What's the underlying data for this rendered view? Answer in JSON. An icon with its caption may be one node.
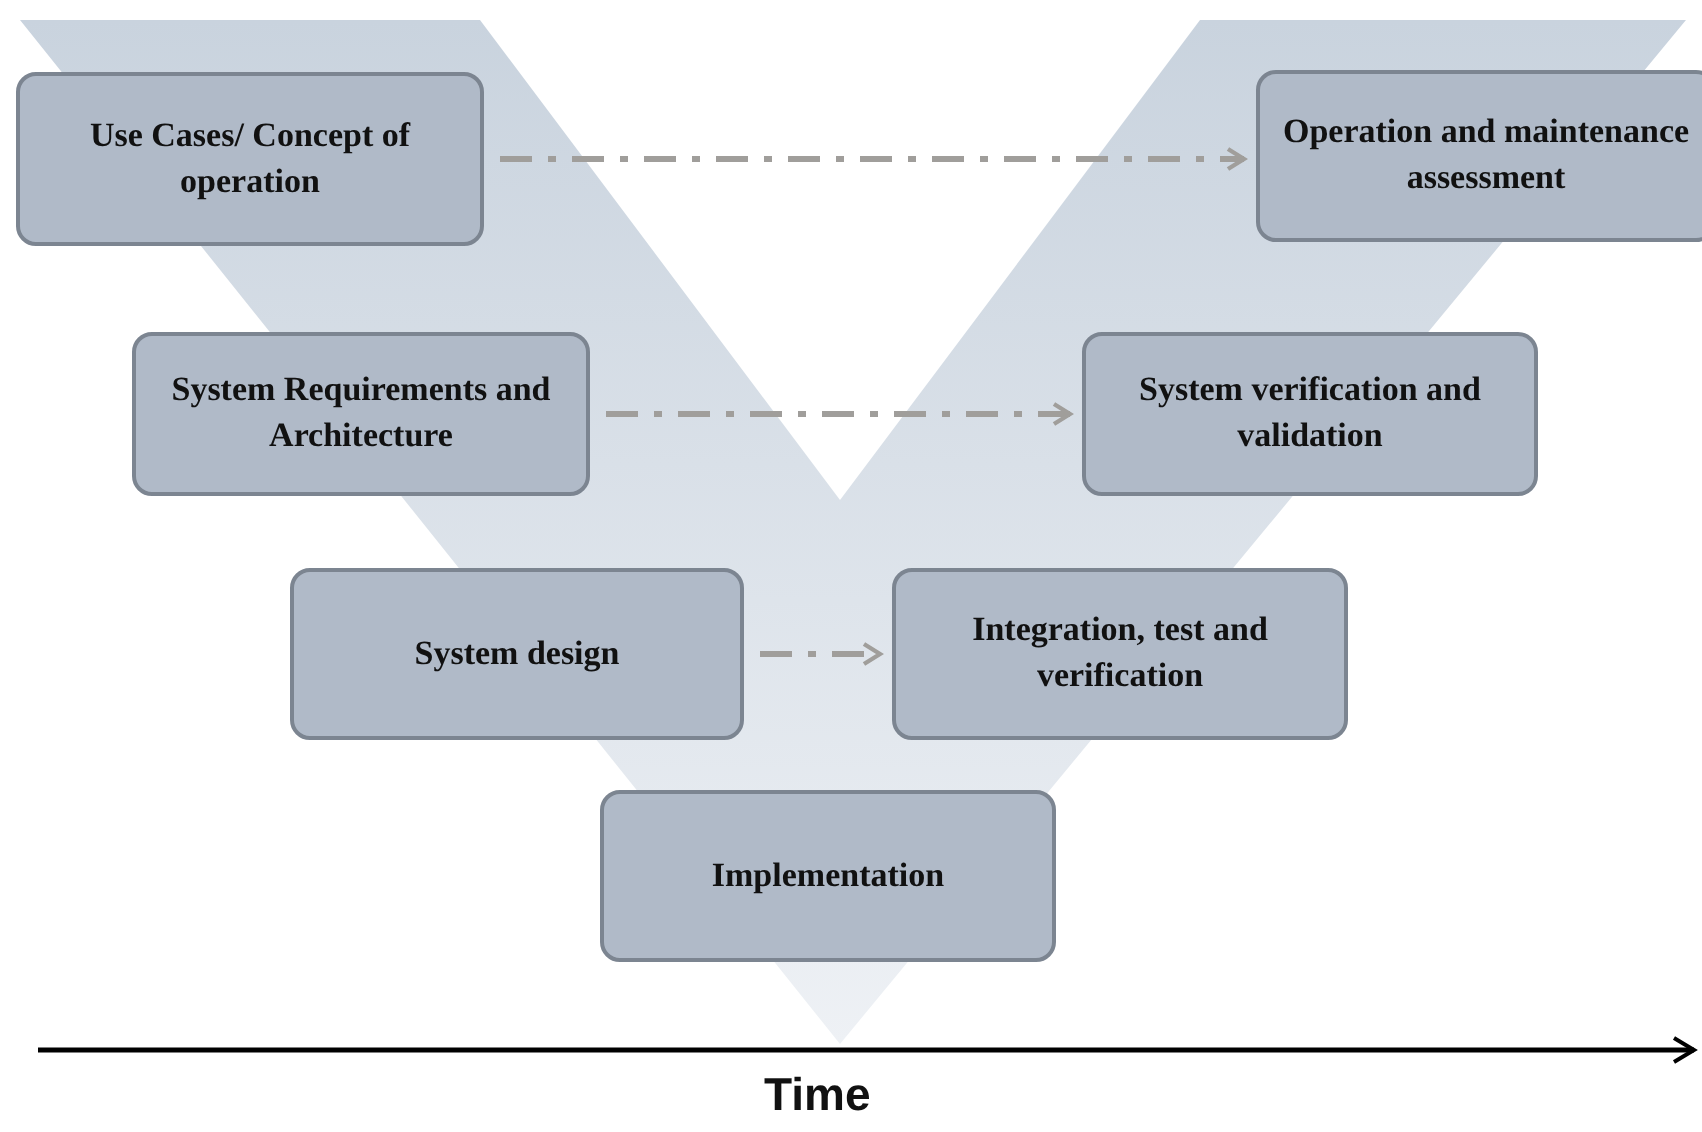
{
  "diagram": {
    "nodes": [
      {
        "text": [
          "Use Cases/ Concept of operation"
        ]
      },
      {
        "text": [
          "Operation and maintenance assessment"
        ]
      },
      {
        "text": [
          "System Requirements and Architecture"
        ]
      },
      {
        "text": [
          "System verification and validation"
        ]
      },
      {
        "text": [
          "System design"
        ]
      },
      {
        "text": [
          "Integration, test and verification"
        ]
      },
      {
        "text": [
          "Implementation"
        ]
      }
    ],
    "edges": [
      {
        "from": 0,
        "to": 1,
        "arrow": "to"
      },
      {
        "from": 2,
        "to": 3,
        "arrow": "to"
      },
      {
        "from": 4,
        "to": 5,
        "arrow": "to"
      }
    ],
    "labels": [
      "Time"
    ]
  }
}
